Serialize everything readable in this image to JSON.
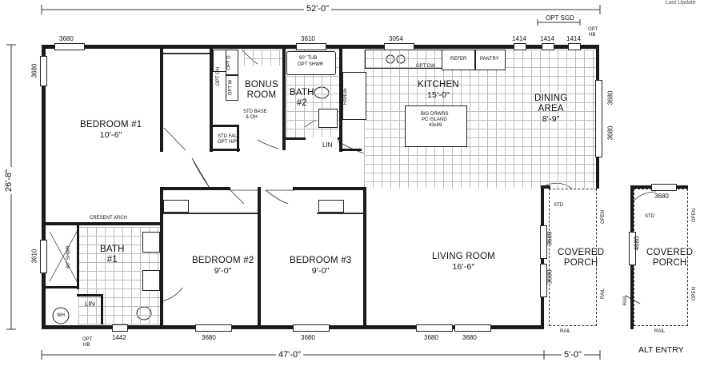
{
  "header": {
    "last_update": "Last Update"
  },
  "dimensions": {
    "overall_width": "52'-0\"",
    "overall_depth": "26'-8\"",
    "main_width": "47'-0\"",
    "porch_depth": "5'-0\""
  },
  "windows": {
    "w_3680": "3680",
    "w_3610": "3610",
    "w_3054": "3054",
    "w_1414": "1414",
    "w_1442": "1442",
    "w_4680": "4680"
  },
  "rooms": {
    "bedroom1": {
      "name": "BEDROOM #1",
      "dim": "10'-6\""
    },
    "bonus": {
      "name": "BONUS",
      "name2": "ROOM"
    },
    "bath2": {
      "name": "BATH",
      "name2": "#2"
    },
    "kitchen": {
      "name": "KITCHEN",
      "dim": "15'-0\""
    },
    "dining": {
      "name": "DINING",
      "name2": "AREA",
      "dim": "8'-9\""
    },
    "bath1": {
      "name": "BATH",
      "name2": "#1"
    },
    "bedroom2": {
      "name": "BEDROOM #2",
      "dim": "9'-0\""
    },
    "bedroom3": {
      "name": "BEDROOM #3",
      "dim": "9'-0\""
    },
    "living": {
      "name": "LIVING ROOM",
      "dim": "16'-6\""
    },
    "porch": {
      "name": "COVERED",
      "name2": "PORCH"
    },
    "alt_porch": {
      "name": "COVERED",
      "name2": "PORCH"
    }
  },
  "notes": {
    "opt_sgd": "OPT SGD",
    "opt_hb": "OPT",
    "hb": "HB",
    "opt_oh": "OPT OH",
    "opt_w": "OPT W",
    "opt_d": "OPT D",
    "std_base": "STD BASE",
    "and_oh": "& OH",
    "std_fau": "STD FAU",
    "opt_hp": "OPT H/P",
    "tub": "60\" TUB",
    "opt_shwr": "OPT SHWR",
    "lin": "LIN",
    "range": "RANGE",
    "opt_dw": "OPT DW",
    "refer": "REFER",
    "pantry": "PANTRY",
    "island1": "BIG DRWRS",
    "island2": "PC ISLAND",
    "island3": "43x69",
    "crescent": "CRESENT ARCH",
    "shwr60": "60\" SHWR",
    "wh": "WH",
    "std": "STD",
    "open": "OPEN",
    "rail": "RAIL",
    "alt_entry": "ALT ENTRY"
  }
}
